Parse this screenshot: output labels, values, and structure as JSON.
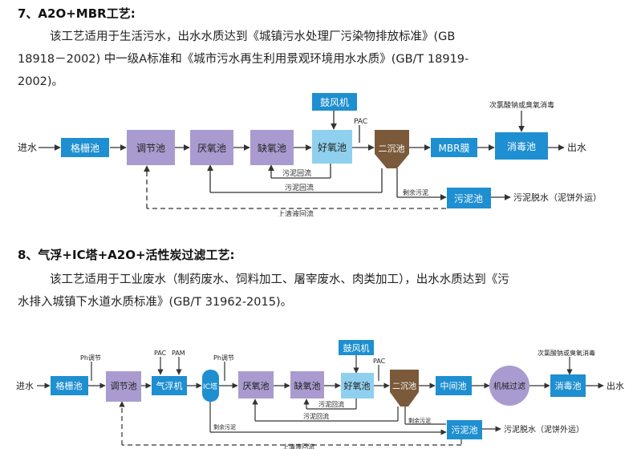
{
  "section1": {
    "title": "7、A2O+MBR工艺:",
    "para_lines": [
      "该工艺适用于生活污水，出水水质达到《城镇污水处理厂污染物排放标准》(GB",
      "18918－2002) 中一级A标准和《城市污水再生利用景观环境用水水质》(GB/T 18919-",
      "2002)。"
    ],
    "diagram": {
      "inlet": "进水",
      "outlet": "出水",
      "units": {
        "screen": "格栅池",
        "equal": "调节池",
        "anaer": "厌氧池",
        "anox": "缺氧池",
        "oxic": "好氧池",
        "clar": "二沉池",
        "mbr": "MBR膜",
        "disinf": "消毒池",
        "sludge": "污泥池",
        "blower": "鼓风机"
      },
      "labels": {
        "pac": "PAC",
        "chlorine": "次氯酸钠或臭氧消毒",
        "return1": "污泥回流",
        "return2": "污泥回流",
        "excess": "剩余污泥",
        "dewater": "污泥脱水（泥饼外运）",
        "supernatant": "上清液回流"
      }
    }
  },
  "section2": {
    "title": "8、气浮+IC塔+A2O+活性炭过滤工艺:",
    "para_lines": [
      "该工艺适用于工业废水（制药废水、饲料加工、屠宰废水、肉类加工），出水水质达到《污",
      "水排入城镇下水道水质标准》(GB/T 31962-2015)。"
    ],
    "diagram": {
      "inlet": "进水",
      "outlet": "出水",
      "units": {
        "screen": "格栅池",
        "equal": "调节池",
        "float": "气浮机",
        "ic": "IC塔",
        "anaer": "厌氧池",
        "anox": "缺氧池",
        "oxic": "好氧池",
        "clar": "二沉池",
        "mid": "中间池",
        "filter": "机械过滤",
        "disinf": "消毒池",
        "sludge": "污泥池",
        "blower": "鼓风机"
      },
      "labels": {
        "ph1": "Ph调节",
        "pac1": "PAC",
        "pam": "PAM",
        "ph2": "Ph调节",
        "pac2": "PAC",
        "chlorine": "次氯酸钠或臭氧消毒",
        "return1": "污泥回流",
        "return2": "污泥回流",
        "excess1": "剩余污泥",
        "excess2": "剩余污泥",
        "dewater": "污泥脱水（泥饼外运）",
        "supernatant": "上清液回流"
      }
    }
  },
  "colors": {
    "blue": "#1e8fd0",
    "purple": "#a99bcf",
    "lightblue": "#8fd0ee",
    "brown": "#7a5a3a",
    "line": "#333333"
  }
}
